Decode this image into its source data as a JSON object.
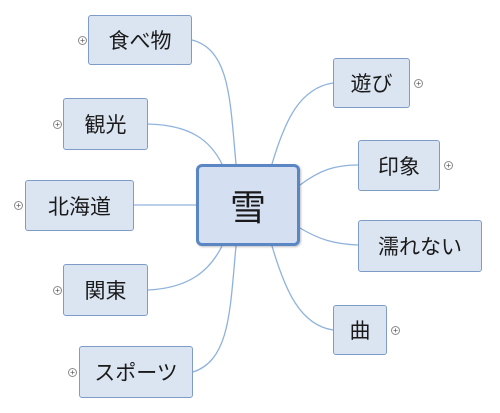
{
  "center": {
    "label": "雪"
  },
  "branches": {
    "food": "食べ物",
    "sightseeing": "観光",
    "hokkaido": "北海道",
    "kanto": "関東",
    "sports": "スポーツ",
    "play": "遊び",
    "impression": "印象",
    "dont_get_wet": "濡れない",
    "song": "曲"
  },
  "expand_symbol": "+",
  "colors": {
    "node_fill": "#dbe5f2",
    "node_border": "#7f9cc8",
    "center_border": "#5b86c4",
    "connector": "#8fb2dd"
  }
}
